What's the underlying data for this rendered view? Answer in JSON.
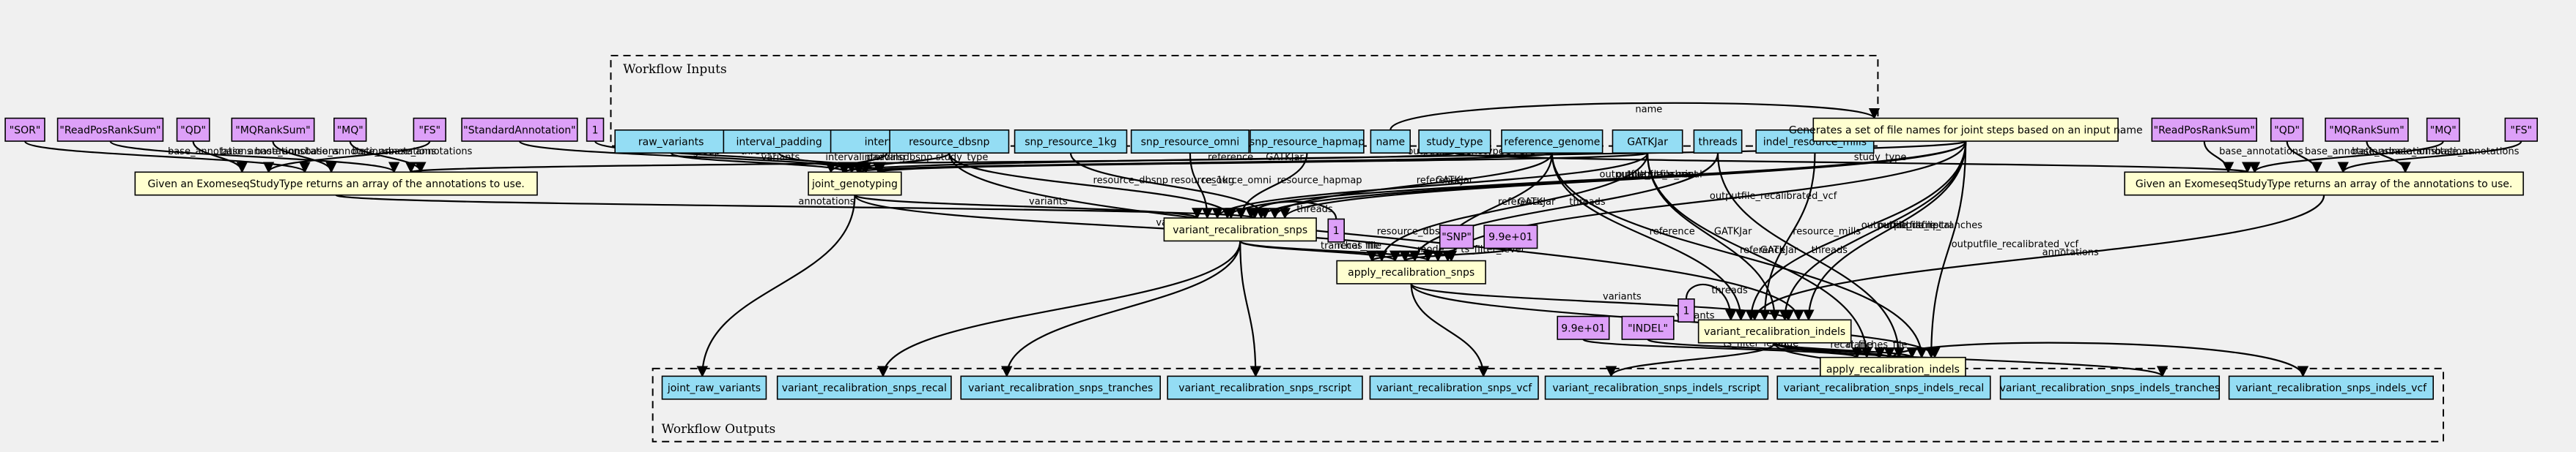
{
  "clusters": {
    "inputs_label": "Workflow Inputs",
    "outputs_label": "Workflow Outputs"
  },
  "colors": {
    "input": "#94ddf4",
    "output": "#94ddf4",
    "constant": "#dda0f8",
    "step": "#ffffd0",
    "background": "#f0f0f0"
  },
  "nodes": [
    {
      "id": "raw_variants",
      "label": "raw_variants",
      "kind": "in"
    },
    {
      "id": "interval_padding",
      "label": "interval_padding",
      "kind": "in"
    },
    {
      "id": "intervals",
      "label": "intervals",
      "kind": "in"
    },
    {
      "id": "resource_dbsnp",
      "label": "resource_dbsnp",
      "kind": "in"
    },
    {
      "id": "snp_resource_1kg",
      "label": "snp_resource_1kg",
      "kind": "in"
    },
    {
      "id": "snp_resource_omni",
      "label": "snp_resource_omni",
      "kind": "in"
    },
    {
      "id": "snp_resource_hapmap",
      "label": "snp_resource_hapmap",
      "kind": "in"
    },
    {
      "id": "name",
      "label": "name",
      "kind": "in"
    },
    {
      "id": "study_type",
      "label": "study_type",
      "kind": "in"
    },
    {
      "id": "reference_genome",
      "label": "reference_genome",
      "kind": "in"
    },
    {
      "id": "GATKJar",
      "label": "GATKJar",
      "kind": "in"
    },
    {
      "id": "threads",
      "label": "threads",
      "kind": "in"
    },
    {
      "id": "indel_resource_mills",
      "label": "indel_resource_mills",
      "kind": "in"
    },
    {
      "id": "c_sor",
      "label": "\"SOR\"",
      "kind": "const"
    },
    {
      "id": "c_rprs1",
      "label": "\"ReadPosRankSum\"",
      "kind": "const"
    },
    {
      "id": "c_qd1",
      "label": "\"QD\"",
      "kind": "const"
    },
    {
      "id": "c_mqrs1",
      "label": "\"MQRankSum\"",
      "kind": "const"
    },
    {
      "id": "c_mq1",
      "label": "\"MQ\"",
      "kind": "const"
    },
    {
      "id": "c_fs1",
      "label": "\"FS\"",
      "kind": "const"
    },
    {
      "id": "c_sa",
      "label": "\"StandardAnnotation\"",
      "kind": "const"
    },
    {
      "id": "c_one1",
      "label": "1",
      "kind": "const"
    },
    {
      "id": "c_rprs2",
      "label": "\"ReadPosRankSum\"",
      "kind": "const"
    },
    {
      "id": "c_qd2",
      "label": "\"QD\"",
      "kind": "const"
    },
    {
      "id": "c_mqrs2",
      "label": "\"MQRankSum\"",
      "kind": "const"
    },
    {
      "id": "c_mq2",
      "label": "\"MQ\"",
      "kind": "const"
    },
    {
      "id": "c_fs2",
      "label": "\"FS\"",
      "kind": "const"
    },
    {
      "id": "c_one2",
      "label": "1",
      "kind": "const"
    },
    {
      "id": "c_snp",
      "label": "\"SNP\"",
      "kind": "const"
    },
    {
      "id": "c_99a",
      "label": "9.9e+01",
      "kind": "const"
    },
    {
      "id": "c_one3",
      "label": "1",
      "kind": "const"
    },
    {
      "id": "c_99b",
      "label": "9.9e+01",
      "kind": "const"
    },
    {
      "id": "c_indel",
      "label": "\"INDEL\"",
      "kind": "const"
    },
    {
      "id": "gen_names",
      "label": "Generates a set of file names for joint steps based on an input name",
      "kind": "step"
    },
    {
      "id": "exome1",
      "label": "Given an ExomeseqStudyType returns an array of the annotations to use.",
      "kind": "step"
    },
    {
      "id": "exome2",
      "label": "Given an ExomeseqStudyType returns an array of the annotations to use.",
      "kind": "step"
    },
    {
      "id": "joint_genotyping",
      "label": "joint_genotyping",
      "kind": "step"
    },
    {
      "id": "vr_snps",
      "label": "variant_recalibration_snps",
      "kind": "step"
    },
    {
      "id": "apply_snps",
      "label": "apply_recalibration_snps",
      "kind": "step"
    },
    {
      "id": "vr_indels",
      "label": "variant_recalibration_indels",
      "kind": "step"
    },
    {
      "id": "apply_indels",
      "label": "apply_recalibration_indels",
      "kind": "step"
    },
    {
      "id": "o_jrv",
      "label": "joint_raw_variants",
      "kind": "out"
    },
    {
      "id": "o_vrs_recal",
      "label": "variant_recalibration_snps_recal",
      "kind": "out"
    },
    {
      "id": "o_vrs_tranches",
      "label": "variant_recalibration_snps_tranches",
      "kind": "out"
    },
    {
      "id": "o_vrs_rscript",
      "label": "variant_recalibration_snps_rscript",
      "kind": "out"
    },
    {
      "id": "o_vrs_vcf",
      "label": "variant_recalibration_snps_vcf",
      "kind": "out"
    },
    {
      "id": "o_vrsi_rscript",
      "label": "variant_recalibration_snps_indels_rscript",
      "kind": "out"
    },
    {
      "id": "o_vrsi_recal",
      "label": "variant_recalibration_snps_indels_recal",
      "kind": "out"
    },
    {
      "id": "o_vrsi_tranches",
      "label": "variant_recalibration_snps_indels_tranches",
      "kind": "out"
    },
    {
      "id": "o_vrsi_vcf",
      "label": "variant_recalibration_snps_indels_vcf",
      "kind": "out"
    }
  ],
  "edges": [
    {
      "from": "name",
      "to": "gen_names",
      "label": "name"
    },
    {
      "from": "c_sor",
      "to": "exome1",
      "label": "base_annotations"
    },
    {
      "from": "c_rprs1",
      "to": "exome1",
      "label": "base_annotations"
    },
    {
      "from": "c_qd1",
      "to": "exome1",
      "label": "base_annotations"
    },
    {
      "from": "c_mqrs1",
      "to": "exome1",
      "label": "base_annotations"
    },
    {
      "from": "c_mq1",
      "to": "exome1",
      "label": "base_annotations"
    },
    {
      "from": "c_fs1",
      "to": "exome1",
      "label": "base_annotations"
    },
    {
      "from": "c_sa",
      "to": "joint_genotyping",
      "label": "group"
    },
    {
      "from": "c_one1",
      "to": "joint_genotyping",
      "label": "threads"
    },
    {
      "from": "raw_variants",
      "to": "joint_genotyping",
      "label": "variants"
    },
    {
      "from": "interval_padding",
      "to": "joint_genotyping",
      "label": "interval_padding"
    },
    {
      "from": "intervals",
      "to": "joint_genotyping",
      "label": "intervals"
    },
    {
      "from": "resource_dbsnp",
      "to": "joint_genotyping",
      "label": "dbsnp"
    },
    {
      "from": "study_type",
      "to": "exome1",
      "label": "study_type"
    },
    {
      "from": "study_type",
      "to": "exome2",
      "label": "study_type"
    },
    {
      "from": "reference_genome",
      "to": "joint_genotyping",
      "label": "reference"
    },
    {
      "from": "GATKJar",
      "to": "joint_genotyping",
      "label": "GATKJar"
    },
    {
      "from": "gen_names",
      "to": "joint_genotyping",
      "label": "outputfile_GenotypeGVCFs"
    },
    {
      "from": "exome1",
      "to": "vr_snps",
      "label": "annotations"
    },
    {
      "from": "joint_genotyping",
      "to": "vr_snps",
      "label": "variants"
    },
    {
      "from": "resource_dbsnp",
      "to": "vr_snps",
      "label": "resource_dbsnp"
    },
    {
      "from": "snp_resource_1kg",
      "to": "vr_snps",
      "label": "resource_1kg"
    },
    {
      "from": "snp_resource_omni",
      "to": "vr_snps",
      "label": "resource_omni"
    },
    {
      "from": "snp_resource_hapmap",
      "to": "vr_snps",
      "label": "resource_hapmap"
    },
    {
      "from": "reference_genome",
      "to": "vr_snps",
      "label": "reference"
    },
    {
      "from": "GATKJar",
      "to": "vr_snps",
      "label": "GATKJar"
    },
    {
      "from": "c_one2",
      "to": "vr_snps",
      "label": "threads"
    },
    {
      "from": "gen_names",
      "to": "vr_snps",
      "label": "outputfile_recal"
    },
    {
      "from": "gen_names",
      "to": "vr_snps",
      "label": "outputfile_tranches"
    },
    {
      "from": "gen_names",
      "to": "vr_snps",
      "label": "outputfile_rscript"
    },
    {
      "from": "c_rprs2",
      "to": "exome2",
      "label": "base_annotations"
    },
    {
      "from": "c_qd2",
      "to": "exome2",
      "label": "base_annotations"
    },
    {
      "from": "c_mqrs2",
      "to": "exome2",
      "label": "base_annotations"
    },
    {
      "from": "c_mq2",
      "to": "exome2",
      "label": "base_annotations"
    },
    {
      "from": "c_fs2",
      "to": "exome2",
      "label": "base_annotations"
    },
    {
      "from": "joint_genotyping",
      "to": "apply_snps",
      "label": "variants"
    },
    {
      "from": "vr_snps",
      "to": "apply_snps",
      "label": "tranches_file"
    },
    {
      "from": "vr_snps",
      "to": "apply_snps",
      "label": "recal_file"
    },
    {
      "from": "c_snp",
      "to": "apply_snps",
      "label": "mode"
    },
    {
      "from": "c_99a",
      "to": "apply_snps",
      "label": "ts_filter_level"
    },
    {
      "from": "reference_genome",
      "to": "apply_snps",
      "label": "reference"
    },
    {
      "from": "GATKJar",
      "to": "apply_snps",
      "label": "GATKJar"
    },
    {
      "from": "threads",
      "to": "apply_snps",
      "label": "threads"
    },
    {
      "from": "gen_names",
      "to": "apply_snps",
      "label": "outputfile_recalibrated_vcf"
    },
    {
      "from": "exome2",
      "to": "vr_indels",
      "label": "annotations"
    },
    {
      "from": "apply_snps",
      "to": "vr_indels",
      "label": "variants"
    },
    {
      "from": "c_one3",
      "to": "vr_indels",
      "label": "threads"
    },
    {
      "from": "indel_resource_mills",
      "to": "vr_indels",
      "label": "resource_mills"
    },
    {
      "from": "resource_dbsnp",
      "to": "vr_indels",
      "label": "resource_dbsnp"
    },
    {
      "from": "reference_genome",
      "to": "vr_indels",
      "label": "reference"
    },
    {
      "from": "GATKJar",
      "to": "vr_indels",
      "label": "GATKJar"
    },
    {
      "from": "gen_names",
      "to": "vr_indels",
      "label": "outputfile_tranches"
    },
    {
      "from": "gen_names",
      "to": "vr_indels",
      "label": "outputfile_rscript"
    },
    {
      "from": "gen_names",
      "to": "vr_indels",
      "label": "outputfile_recal"
    },
    {
      "from": "apply_snps",
      "to": "apply_indels",
      "label": "variants"
    },
    {
      "from": "vr_indels",
      "to": "apply_indels",
      "label": "recal_file"
    },
    {
      "from": "vr_indels",
      "to": "apply_indels",
      "label": "tranches_file"
    },
    {
      "from": "c_99b",
      "to": "apply_indels",
      "label": "ts_filter_level"
    },
    {
      "from": "c_indel",
      "to": "apply_indels",
      "label": "mode"
    },
    {
      "from": "reference_genome",
      "to": "apply_indels",
      "label": "reference"
    },
    {
      "from": "GATKJar",
      "to": "apply_indels",
      "label": "GATKJar"
    },
    {
      "from": "threads",
      "to": "apply_indels",
      "label": "threads"
    },
    {
      "from": "gen_names",
      "to": "apply_indels",
      "label": "outputfile_recalibrated_vcf"
    },
    {
      "from": "joint_genotyping",
      "to": "o_jrv",
      "label": ""
    },
    {
      "from": "vr_snps",
      "to": "o_vrs_recal",
      "label": ""
    },
    {
      "from": "vr_snps",
      "to": "o_vrs_tranches",
      "label": ""
    },
    {
      "from": "vr_snps",
      "to": "o_vrs_rscript",
      "label": ""
    },
    {
      "from": "apply_snps",
      "to": "o_vrs_vcf",
      "label": ""
    },
    {
      "from": "vr_indels",
      "to": "o_vrsi_rscript",
      "label": ""
    },
    {
      "from": "vr_indels",
      "to": "o_vrsi_recal",
      "label": ""
    },
    {
      "from": "vr_indels",
      "to": "o_vrsi_tranches",
      "label": ""
    },
    {
      "from": "apply_indels",
      "to": "o_vrsi_vcf",
      "label": ""
    }
  ]
}
